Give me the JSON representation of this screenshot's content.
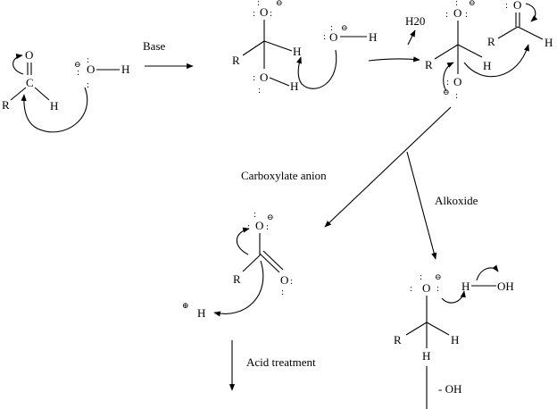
{
  "atoms": {
    "O": "O",
    "C": "C",
    "H": "H",
    "R": "R",
    "OH": "OH"
  },
  "charges": {
    "minus": "⊖",
    "plus": "⊕"
  },
  "lone_pair": ": ",
  "labels": {
    "base": "Base",
    "water": "H20",
    "carboxylate": "Carboxylate anion",
    "alkoxide": "Alkoxide",
    "acid_treatment": "Acid treatment",
    "hydroxide_leaving": "- OH"
  }
}
